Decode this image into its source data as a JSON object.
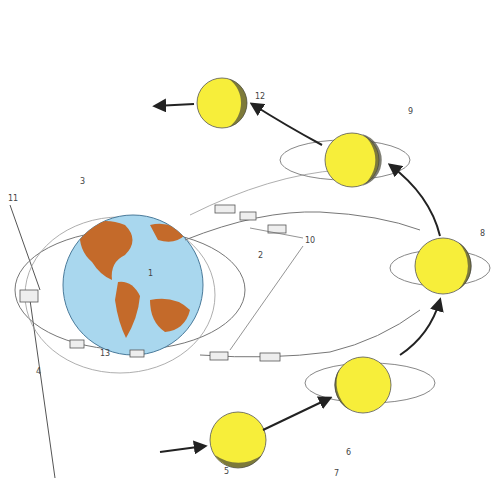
{
  "diagram": {
    "labels": [
      "12",
      "9",
      "8",
      "10",
      "7",
      "6",
      "5",
      "4",
      "3",
      "2",
      "1",
      "11",
      "13"
    ]
  }
}
